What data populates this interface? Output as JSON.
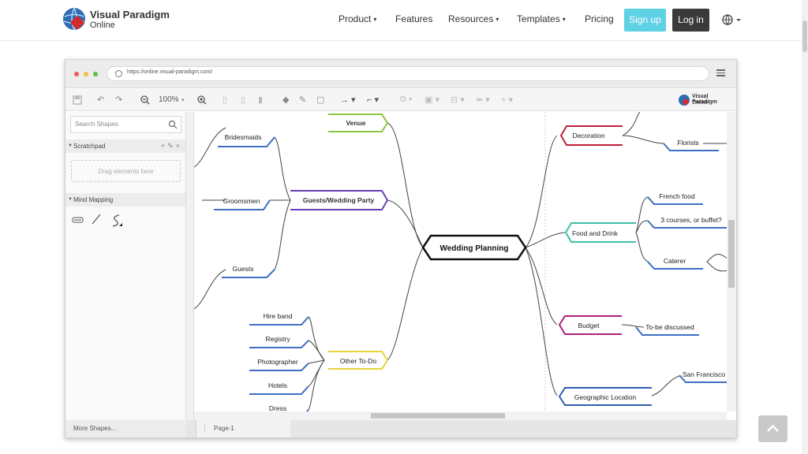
{
  "site": {
    "logo_line1": "Visual Paradigm",
    "logo_line2": "Online",
    "nav": [
      {
        "label": "Product",
        "dropdown": true
      },
      {
        "label": "Features",
        "dropdown": false
      },
      {
        "label": "Resources",
        "dropdown": true
      },
      {
        "label": "Templates",
        "dropdown": true
      },
      {
        "label": "Pricing",
        "dropdown": false
      }
    ],
    "signup_label": "Sign up",
    "login_label": "Log in"
  },
  "browser": {
    "url": "https://online.visual-paradigm.com/"
  },
  "editor": {
    "zoom": "100%",
    "toolbar_logo_line1": "Visual Paradigm",
    "toolbar_logo_line2": "Online",
    "search_placeholder": "Search Shapes",
    "scratchpad_label": "Scratchpad",
    "dropzone_label": "Drag elements here",
    "mindmapping_label": "Mind Mapping",
    "more_shapes_label": "More Shapes...",
    "page_label": "Page-1"
  },
  "mindmap": {
    "center": "Wedding Planning",
    "nodes": {
      "venue": "Venue",
      "bridesmaids": "Bridesmaids",
      "groomsmen": "Groomsmen",
      "guests_party": "Guests/Wedding Party",
      "guests": "Guests",
      "hire_band": "Hire band",
      "registry": "Registry",
      "photographer": "Photographer",
      "hotels": "Hotels",
      "dress": "Dress",
      "other_todo": "Other To-Do",
      "decoration": "Decoration",
      "florists": "Florists",
      "food_drink": "Food and Drink",
      "french_food": "French food",
      "courses": "3 courses, or buffet?",
      "caterer": "Caterer",
      "budget": "Budget",
      "tbd": "To-be discussed",
      "geo": "Geographic Location",
      "sf": "San Francisco"
    }
  },
  "colors": {
    "signup": "#5fd1e4",
    "login": "#3a3a3a",
    "green": "#8cc63f",
    "purple": "#6a3fb5",
    "blue": "#3d6fc4",
    "yellow": "#e8d43a",
    "red": "#c0203a",
    "teal": "#3fbfa8",
    "magenta": "#b0207f",
    "navy": "#2f5fb0"
  }
}
